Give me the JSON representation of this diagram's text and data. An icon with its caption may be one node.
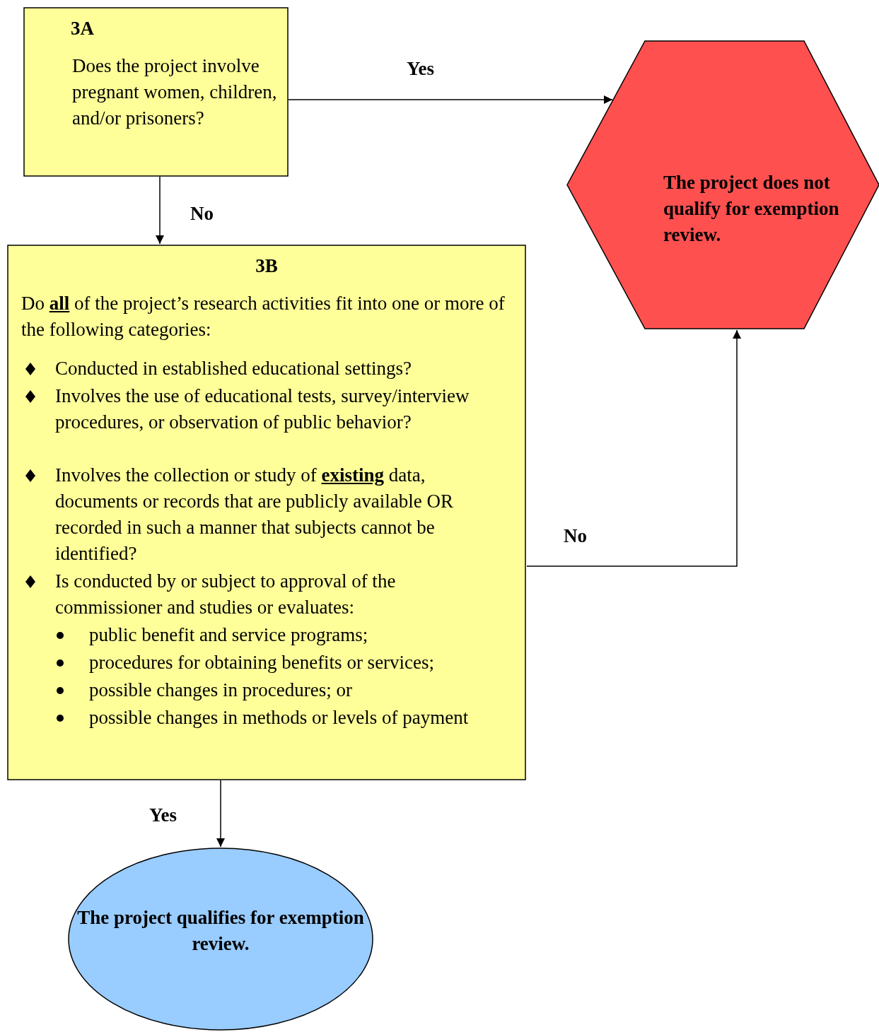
{
  "diagram": {
    "nodes": [
      {
        "text": [
          "3A",
          "Does the project involve pregnant women, children, and/or prisoners?"
        ]
      },
      {
        "text": [
          "The project does not qualify for exemption review."
        ]
      },
      {
        "text": [
          "3B",
          "Do **all** of the project’s research activities fit into one or more of the following categories:",
          "Conducted in established educational settings?",
          "Involves the use of educational tests, survey/interview procedures, or observation of public behavior?",
          "Involves the collection or study of **existing** data, documents or records that are publicly available OR recorded in such a manner that subjects cannot be identified?",
          "Is conducted by or subject to approval of the commissioner and studies or evaluates:",
          "public benefit and service programs;",
          "procedures for obtaining benefits or services;",
          "possible changes in procedures; or",
          "possible changes in methods or levels of payment"
        ]
      },
      {
        "text": [
          "The project qualifies for exemption review."
        ]
      }
    ],
    "edges": [
      {
        "from": 0,
        "to": 1,
        "arrow": "to",
        "label": "Yes"
      },
      {
        "from": 0,
        "to": 2,
        "arrow": "to",
        "label": "No"
      },
      {
        "from": 2,
        "to": 1,
        "arrow": "to",
        "label": "No"
      },
      {
        "from": 2,
        "to": 3,
        "arrow": "to",
        "label": "Yes"
      }
    ]
  }
}
